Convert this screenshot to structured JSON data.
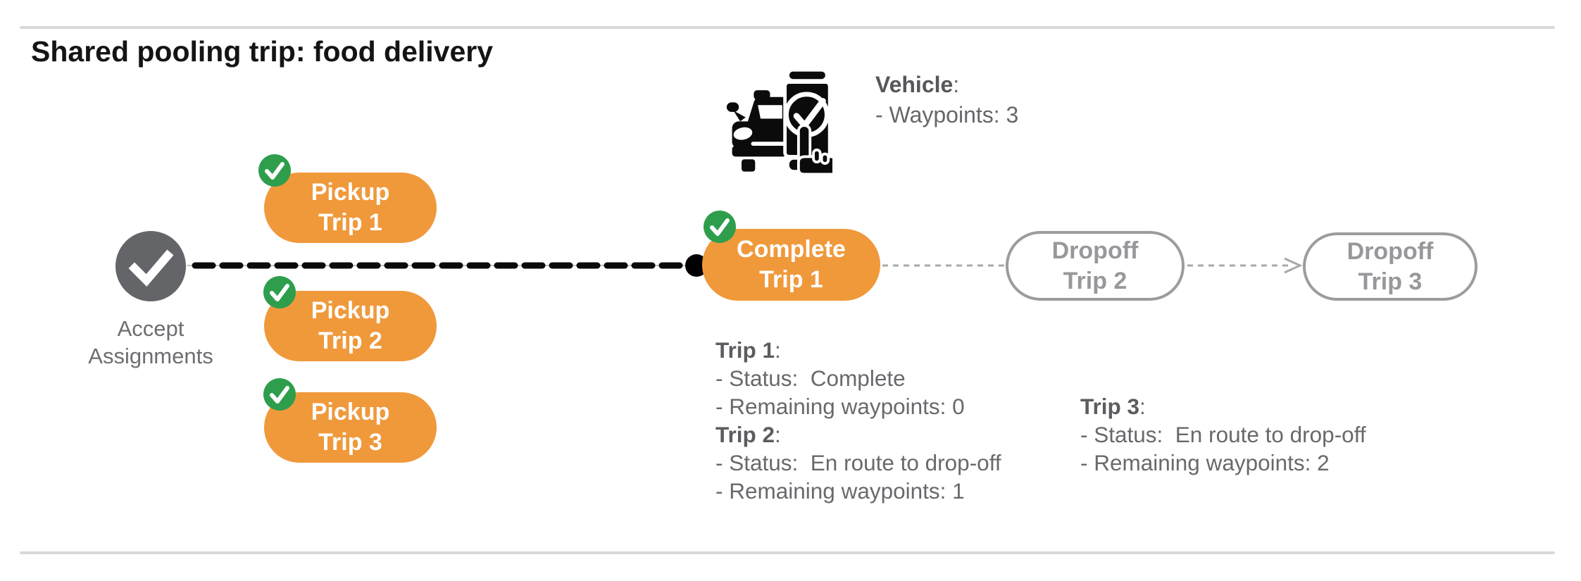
{
  "title": "Shared pooling trip: food delivery",
  "vehicle": {
    "title": "Vehicle",
    "punct": ":",
    "waypoints_line": "- Waypoints: 3"
  },
  "nodes": {
    "accept": {
      "line1": "Accept",
      "line2": "Assignments"
    },
    "pickups": [
      {
        "line1": "Pickup",
        "line2": "Trip 1"
      },
      {
        "line1": "Pickup",
        "line2": "Trip 2"
      },
      {
        "line1": "Pickup",
        "line2": "Trip 3"
      }
    ],
    "complete": {
      "line1": "Complete",
      "line2": "Trip 1"
    },
    "dropoffs": [
      {
        "line1": "Dropoff",
        "line2": "Trip 2"
      },
      {
        "line1": "Dropoff",
        "line2": "Trip 3"
      }
    ]
  },
  "status_blocks": [
    {
      "title": "Trip 1",
      "punct": ":",
      "lines": [
        "- Status:  Complete",
        "- Remaining waypoints: 0"
      ]
    },
    {
      "title": "Trip 2",
      "punct": ":",
      "lines": [
        "- Status:  En route to drop-off",
        "- Remaining waypoints: 1"
      ]
    },
    {
      "title": "Trip 3",
      "punct": ":",
      "lines": [
        "- Status:  En route to drop-off",
        "- Remaining waypoints: 2"
      ]
    }
  ],
  "colors": {
    "pill_orange": "#F0993B",
    "check_green": "#2F9E4C",
    "accept_gray": "#646569",
    "ghost_border_gray": "#9B9C9F",
    "status_text_gray": "#68696C",
    "divider_gray": "#D9D9D9",
    "route_black": "#0A0A0A",
    "planned_route_gray": "#A8A8A8"
  }
}
